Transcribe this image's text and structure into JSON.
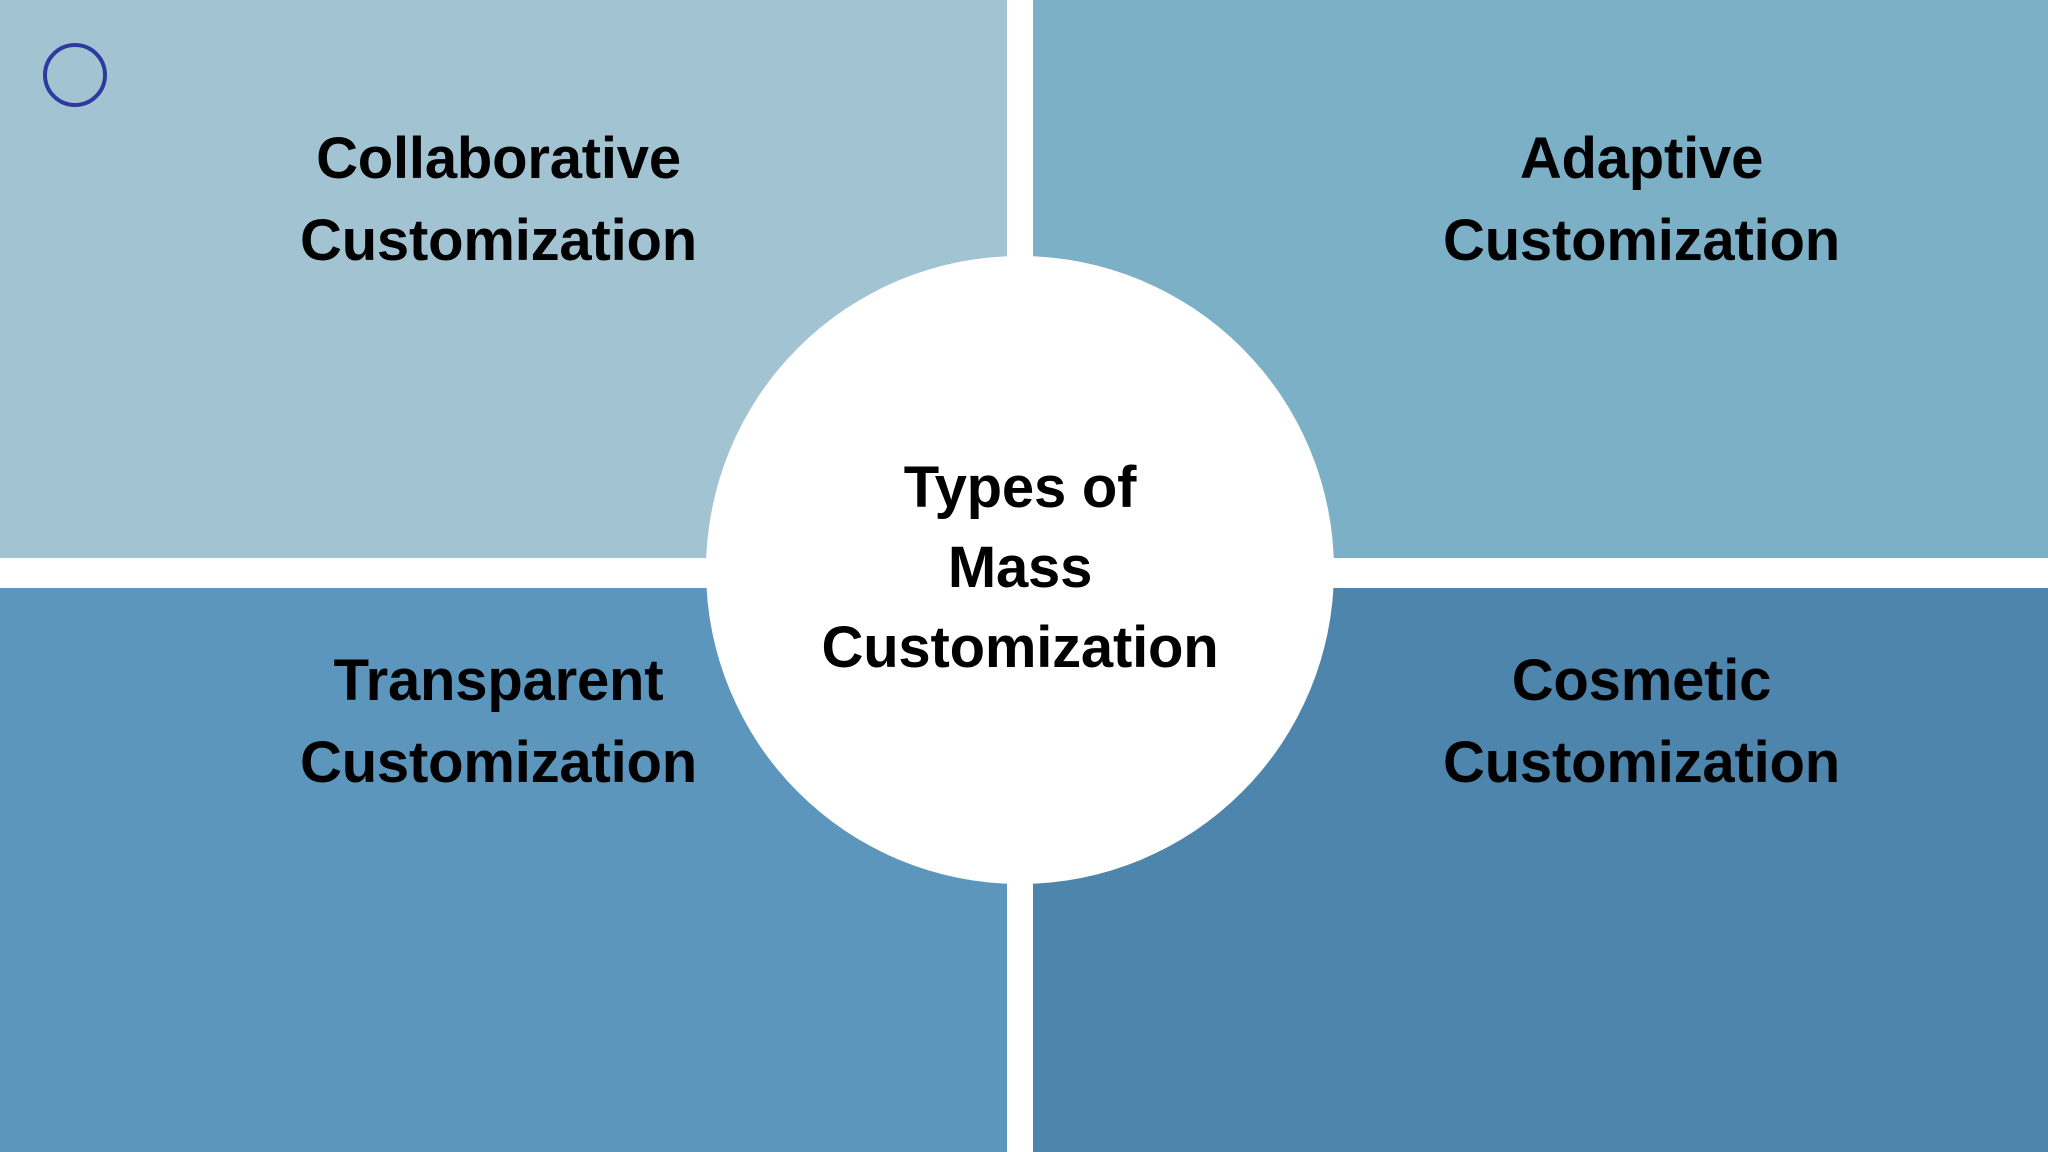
{
  "slide": {
    "center": {
      "title": "Types of\nMass\nCustomization"
    },
    "quadrants": [
      {
        "position": "top-left",
        "label": "Collaborative\nCustomization",
        "color": "#a2c4d2"
      },
      {
        "position": "top-right",
        "label": "Adaptive\nCustomization",
        "color": "#7cb0c6"
      },
      {
        "position": "bottom-left",
        "label": "Transparent\nCustomization",
        "color": "#5c96bc"
      },
      {
        "position": "bottom-right",
        "label": "Cosmetic\nCustomization",
        "color": "#4e85ac"
      }
    ],
    "logo": {
      "name": "brand-logo-icon",
      "ring_color": "#2e3a9e",
      "crescent_dark": "#1d2530",
      "crescent_blue": "#2f44ab",
      "crescent_cyan": "#29b6e8"
    },
    "divider_color": "#ffffff",
    "text_color": "#000000",
    "background": "#ffffff"
  }
}
